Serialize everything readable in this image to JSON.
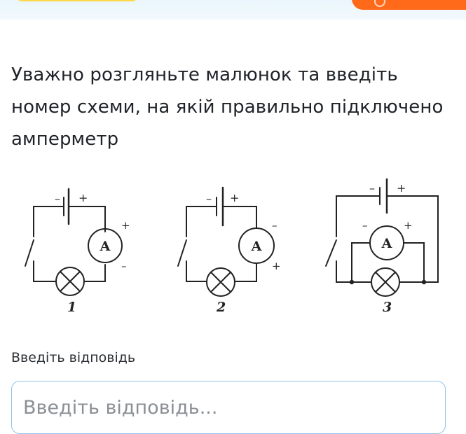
{
  "header": {},
  "question": {
    "text": "Уважно розгляньте малюнок та введіть номер схеми, на якій правильно підключено амперметр"
  },
  "figure": {
    "meter_symbol": "A",
    "plus": "+",
    "minus": "–",
    "circuits": [
      {
        "number": "1"
      },
      {
        "number": "2"
      },
      {
        "number": "3"
      }
    ]
  },
  "answer": {
    "label": "Введіть відповідь",
    "placeholder": "Введіть відповідь..."
  }
}
